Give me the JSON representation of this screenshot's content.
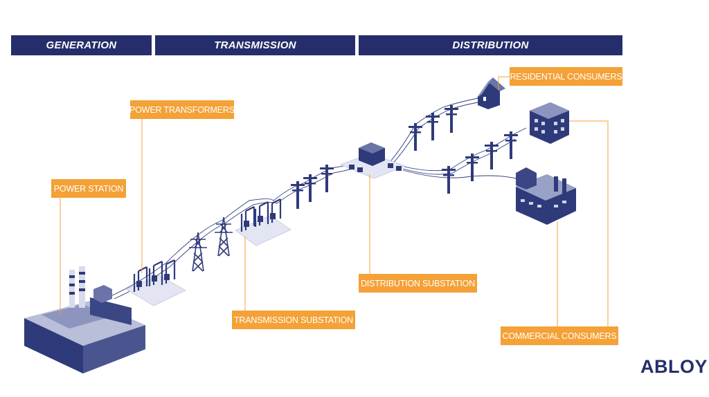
{
  "stages": {
    "generation": "GENERATION",
    "transmission": "TRANSMISSION",
    "distribution": "DISTRIBUTION"
  },
  "callouts": {
    "power_station": "POWER STATION",
    "power_transformers": "POWER TRANSFORMERS",
    "transmission_substation": "TRANSMISSION SUBSTATION",
    "distribution_substation": "DISTRIBUTION SUBSTATION",
    "residential_consumers": "RESIDENTIAL CONSUMERS",
    "commercial_consumers": "COMMERCIAL CONSUMERS"
  },
  "brand": "ABLOY",
  "colors": {
    "stage_bar": "#252e6b",
    "callout": "#f4a137",
    "infrastructure": "#2f3a7a",
    "pad": "#e3e6f2"
  }
}
